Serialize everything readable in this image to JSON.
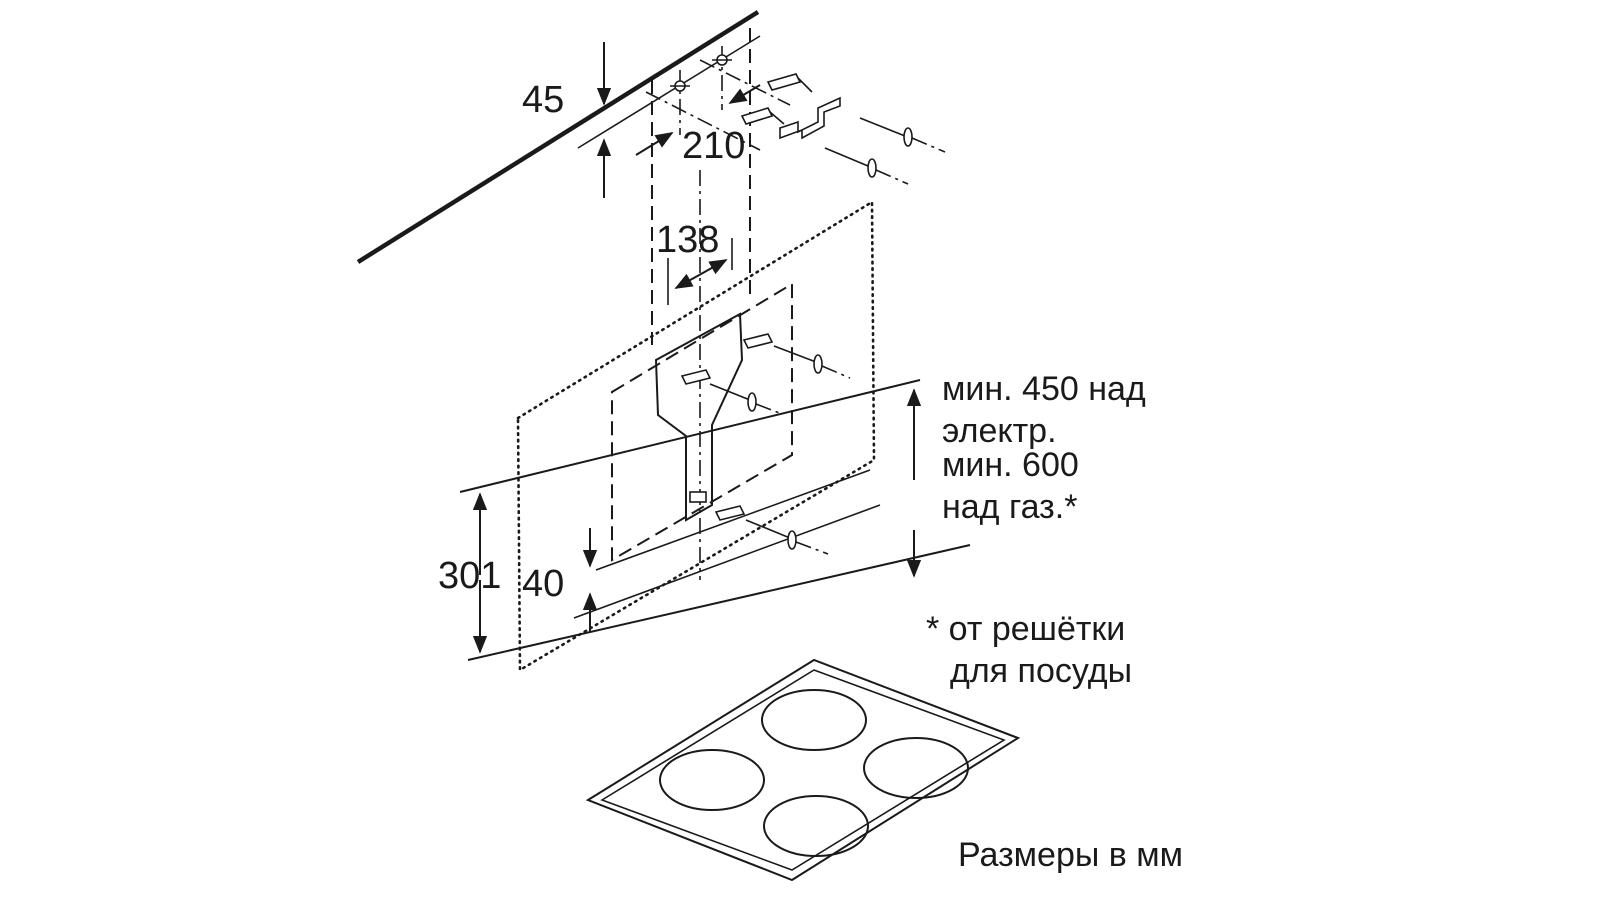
{
  "dimensions": {
    "ceiling_gap": "45",
    "hole_spacing_top": "210",
    "hole_spacing_bracket": "138",
    "bracket_height": "301",
    "bracket_offset": "40"
  },
  "clearance_note": {
    "line1": "мин. 450 над",
    "line2": "электр.",
    "line3": "мин. 600",
    "line4": "над газ.*"
  },
  "footnote": {
    "line1": "* от решётки",
    "line2": "для посуды"
  },
  "units_label": "Размеры в мм"
}
